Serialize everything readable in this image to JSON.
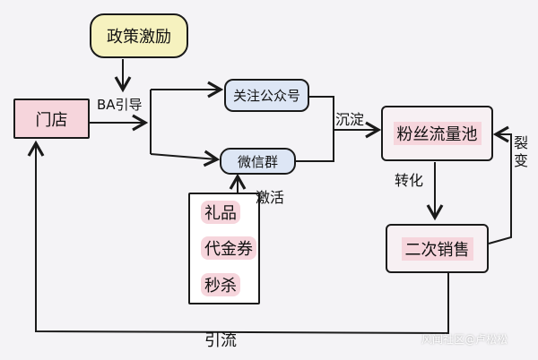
{
  "nodes": {
    "policy": "政策激励",
    "store": "门店",
    "follow_account": "关注公众号",
    "wechat_group": "微信群",
    "fan_pool": "粉丝流量池",
    "second_sale": "二次销售",
    "incentives": [
      "礼品",
      "代金券",
      "秒杀"
    ]
  },
  "labels": {
    "ba_guide": "BA引导",
    "settle": "沉淀",
    "convert": "转化",
    "fission": "裂变",
    "activate": "激活",
    "drain": "引流"
  },
  "watermark": "风闻社区@卢松松",
  "colors": {
    "yellow": "#f6f2bf",
    "pink": "#f6d5dc",
    "blue": "#dde6f5"
  }
}
